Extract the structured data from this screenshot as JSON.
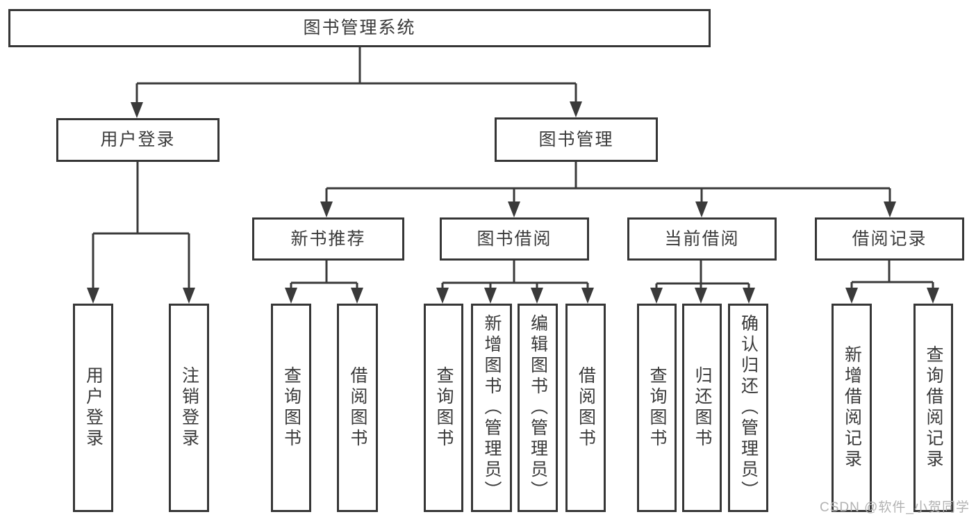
{
  "diagram_title": "图书管理系统",
  "tree": {
    "root": {
      "label": "图书管理系统"
    },
    "branches": [
      {
        "label": "用户登录",
        "children": [
          {
            "label": "用户登录"
          },
          {
            "label": "注销登录"
          }
        ]
      },
      {
        "label": "图书管理",
        "children": [
          {
            "label": "新书推荐",
            "children": [
              {
                "label": "查询图书"
              },
              {
                "label": "借阅图书"
              }
            ]
          },
          {
            "label": "图书借阅",
            "children": [
              {
                "label": "查询图书"
              },
              {
                "label": "新增图书（管理员）"
              },
              {
                "label": "编辑图书（管理员）"
              },
              {
                "label": "借阅图书"
              }
            ]
          },
          {
            "label": "当前借阅",
            "children": [
              {
                "label": "查询图书"
              },
              {
                "label": "归还图书"
              },
              {
                "label": "确认归还（管理员）"
              }
            ]
          },
          {
            "label": "借阅记录",
            "children": [
              {
                "label": "新增借阅记录"
              },
              {
                "label": "查询借阅记录"
              }
            ]
          }
        ]
      }
    ]
  },
  "watermark": "CSDN @软件_小贺同学",
  "colors": {
    "line": "#3a3a3a",
    "box_border": "#363636",
    "text": "#3a3a3a",
    "background": "#ffffff",
    "watermark": "#b2b2b2"
  }
}
